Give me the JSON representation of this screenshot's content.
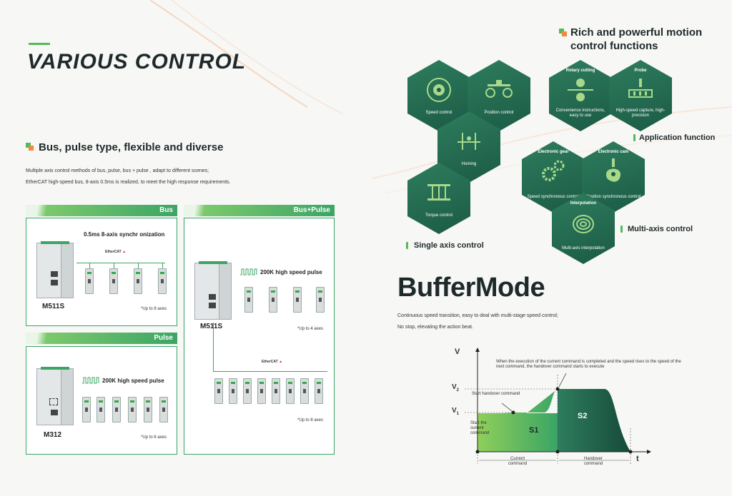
{
  "title": "VARIOUS CONTROL",
  "bus_section": {
    "heading": "Bus, pulse type, flexible and diverse",
    "desc_line1": "Multiple axis control methods of bus, pulse, bus + pulse , adapt to different scenes;",
    "desc_line2": "EtherCAT high-speed bus, 8-axis 0.5ms is realized, to meet the high response requirements."
  },
  "panels": {
    "bus": {
      "label": "Bus",
      "caption": "0.5ms 8-axis synchr onization",
      "model": "M511S",
      "note": "*Up to 8 axes",
      "ethercat": "EtherCAT"
    },
    "pulse": {
      "label": "Pulse",
      "caption": "200K high speed pulse",
      "model": "M312",
      "note": "*Up to 6 axes"
    },
    "bus_pulse": {
      "label": "Bus+Pulse",
      "caption": "200K high speed pulse",
      "model": "M511S",
      "note1": "*Up to 4 axes",
      "note2": "*Up to 8 axes",
      "ethercat": "EtherCAT"
    }
  },
  "motion": {
    "heading_line1": "Rich and powerful motion",
    "heading_line2": "control functions",
    "hexes": {
      "speed": {
        "caption": "Speed control"
      },
      "position": {
        "caption": "Position control"
      },
      "homing": {
        "caption": "Homing"
      },
      "torque": {
        "caption": "Torque control"
      },
      "rotary": {
        "title": "Rotary cutting",
        "caption": "Convenience instructions, easy to use"
      },
      "probe": {
        "title": "Probe",
        "caption": "High-speed capture, high-precision"
      },
      "gear": {
        "title": "Electronic gear",
        "caption": "Speed synchronous control"
      },
      "cam": {
        "title": "Electronic cam",
        "caption": "Position synchronous control"
      },
      "interp": {
        "title": "Interpolation",
        "caption": "Multi-axis interpolation"
      }
    },
    "legend": {
      "application": "Application function",
      "single": "Single axis control",
      "multi": "Multi-axis control"
    }
  },
  "buffer": {
    "title": "BufferMode",
    "desc_line1": "Continuous speed transition, easy to deal with multi-stage speed control;",
    "desc_line2": "No stop, elevating the action beat.",
    "chart": {
      "v_axis": "V",
      "t_axis": "t",
      "v1": "V",
      "v1_sub": "1",
      "v2": "V",
      "v2_sub": "2",
      "s1": "S1",
      "s2": "S2",
      "note_top": "When the execution of the current command is completed and the speed rises to the speed of the next command, the handover command starts to execute",
      "start_handover": "Start handover command",
      "start_current": "Start the current command",
      "current_cmd": "Current command",
      "handover_cmd": "Handover command"
    }
  },
  "colors": {
    "accent_green": "#3aa565",
    "hex_dark": "#1b5a45",
    "accent_orange": "#f08a3c"
  }
}
